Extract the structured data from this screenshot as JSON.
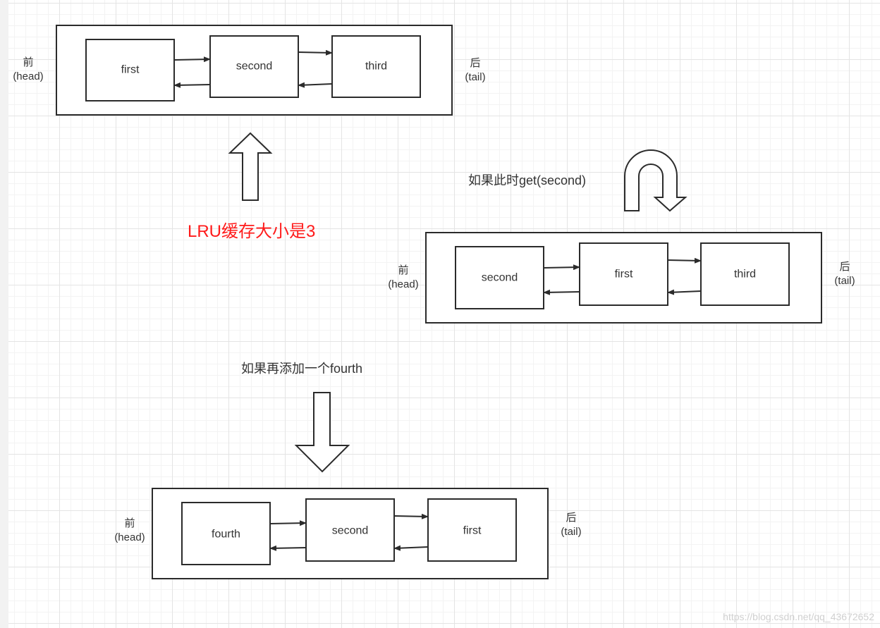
{
  "diagrams": [
    {
      "nodes": [
        "first",
        "second",
        "third"
      ],
      "head_label": [
        "前",
        "(head)"
      ],
      "tail_label": [
        "后",
        "(tail)"
      ]
    },
    {
      "nodes": [
        "second",
        "first",
        "third"
      ],
      "head_label": [
        "前",
        "(head)"
      ],
      "tail_label": [
        "后",
        "(tail)"
      ]
    },
    {
      "nodes": [
        "fourth",
        "second",
        "first"
      ],
      "head_label": [
        "前",
        "(head)"
      ],
      "tail_label": [
        "后",
        "(tail)"
      ]
    }
  ],
  "annotations": {
    "cache_size": "LRU缓存大小是3",
    "get_second": "如果此时get(second)",
    "add_fourth": "如果再添加一个fourth"
  },
  "colors": {
    "stroke": "#2b2b2b",
    "text": "#333333",
    "highlight": "#ff1a1a"
  },
  "watermark": "https://blog.csdn.net/qq_43672652"
}
